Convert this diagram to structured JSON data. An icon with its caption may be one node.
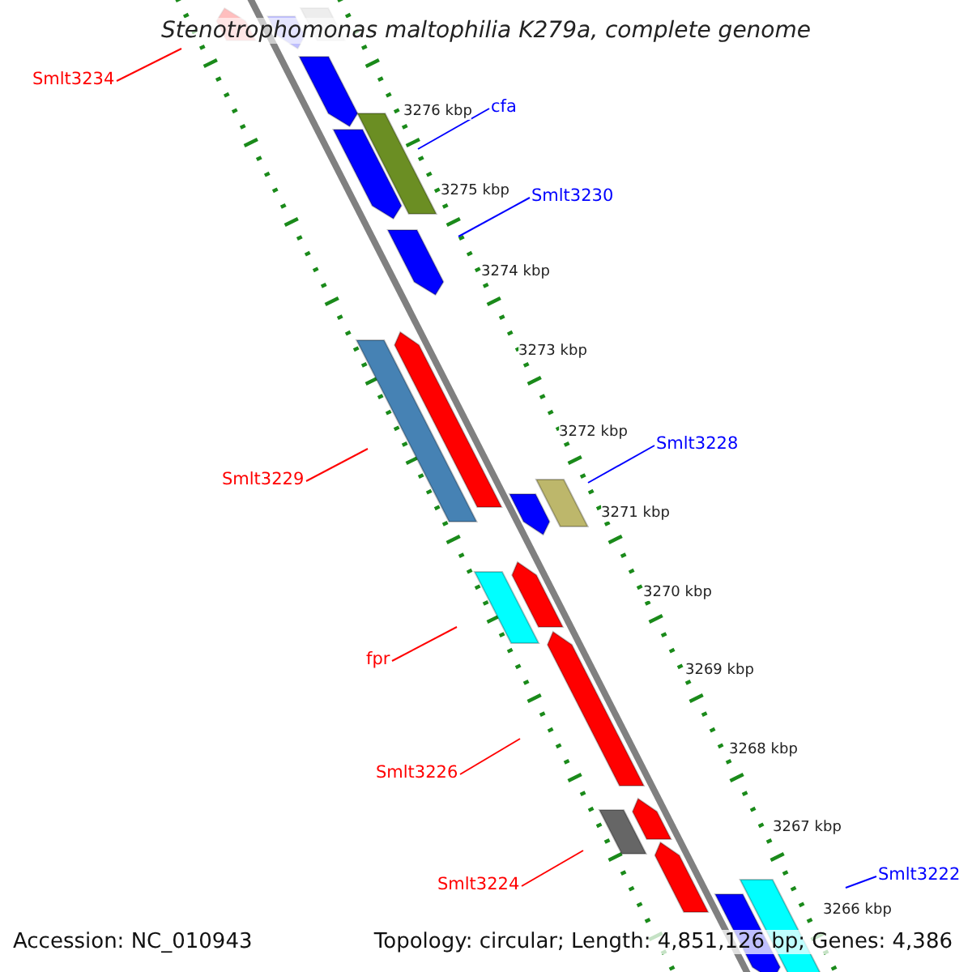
{
  "diagram": {
    "title": "Stenotrophomonas maltophilia K279a, complete genome",
    "nodes": [
      {
        "text": [
          "Smlt3234"
        ]
      },
      {
        "text": [
          "cfa"
        ]
      },
      {
        "text": [
          "Smlt3230"
        ]
      },
      {
        "text": [
          "Smlt3229"
        ]
      },
      {
        "text": [
          "Smlt3228"
        ]
      },
      {
        "text": [
          "fpr"
        ]
      },
      {
        "text": [
          "Smlt3226"
        ]
      },
      {
        "text": [
          "Smlt3224"
        ]
      },
      {
        "text": [
          "Smlt3222"
        ]
      }
    ],
    "edges": [
      {
        "from": 0,
        "to": null,
        "arrow": "none"
      },
      {
        "from": 1,
        "to": null,
        "arrow": "none",
        "color": "#0000ff"
      },
      {
        "from": 2,
        "to": null,
        "arrow": "none",
        "color": "#0000ff"
      },
      {
        "from": 3,
        "to": null,
        "arrow": "none"
      },
      {
        "from": 4,
        "to": null,
        "arrow": "none",
        "color": "#0000ff"
      },
      {
        "from": 5,
        "to": null,
        "arrow": "none"
      },
      {
        "from": 6,
        "to": null,
        "arrow": "none"
      },
      {
        "from": 7,
        "to": null,
        "arrow": "none"
      },
      {
        "from": 8,
        "to": null,
        "arrow": "none",
        "color": "#0000ff"
      }
    ],
    "labels": [
      "3276 kbp",
      "3275 kbp",
      "3274 kbp",
      "3273 kbp",
      "3272 kbp",
      "3271 kbp",
      "3270 kbp",
      "3269 kbp",
      "3268 kbp",
      "3267 kbp",
      "3266 kbp",
      "Accession: NC_010943",
      "Topology: circular; Length: 4,851,126 bp; Genes: 4,386"
    ]
  }
}
